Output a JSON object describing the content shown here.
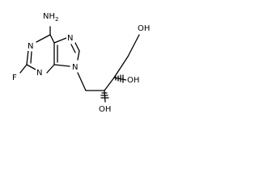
{
  "molecule": {
    "atoms": {
      "amine": "NH",
      "amine_subscript": "2",
      "n1": "N",
      "n3": "N",
      "n7": "N",
      "n9": "N",
      "fluoro": "F",
      "oh_primary": "OH",
      "oh_secondary_upper": "OH",
      "oh_secondary_lower": "OH"
    },
    "colors": {
      "bond": "#000000",
      "label": "#000000",
      "background": "#ffffff"
    }
  }
}
